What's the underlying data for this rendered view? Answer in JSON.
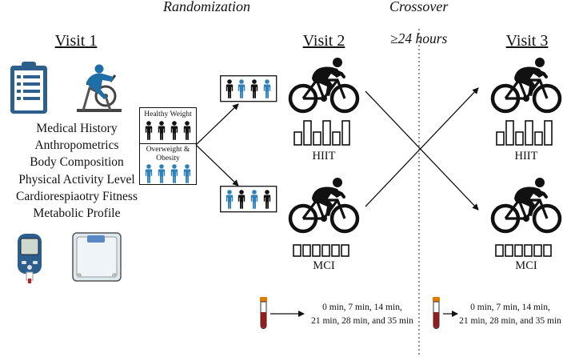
{
  "headers": {
    "randomization": "Randomization",
    "crossover": "Crossover",
    "gap": "≥24 hours"
  },
  "visit1": {
    "title": "Visit 1",
    "items": [
      "Medical History",
      "Anthropometrics",
      "Body Composition",
      "Physical Activity Level",
      "Cardiorespiaotry Fitness",
      "Metabolic Profile"
    ]
  },
  "groups": {
    "healthy": "Healthy Weight",
    "overweight": "Overweight & Obesity"
  },
  "visit2": {
    "title": "Visit 2",
    "top_label": "HIIT",
    "bottom_label": "MCI"
  },
  "visit3": {
    "title": "Visit 3",
    "top_label": "HIIT",
    "bottom_label": "MCI"
  },
  "sampling": {
    "line1": "0 min, 7 min, 14 min,",
    "line2": "21 min, 28 min, and 35 min"
  },
  "colors": {
    "person_black": "#111111",
    "person_blue": "#2f7fb8",
    "blood": "#9b1b1b",
    "clipboard_blue": "#2d5f8e",
    "bike_blue": "#1e6fa8"
  },
  "icons": [
    "clipboard-icon",
    "exercise-bike-icon",
    "glucometer-icon",
    "bathroom-scale-icon",
    "cyclist-icon",
    "blood-tube-icon",
    "person-icon"
  ]
}
